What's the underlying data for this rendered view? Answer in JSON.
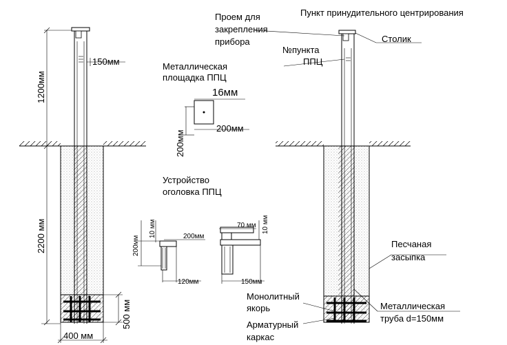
{
  "labels": {
    "pit_height_left": "1200мм",
    "pipe_width": "150мм",
    "ground_depth": "2200 мм",
    "base_height": "500 мм",
    "base_width": "400 мм",
    "plate_title_1": "Металлическая",
    "plate_title_2": "площадка ППЦ",
    "plate_thickness": "16мм",
    "plate_height": "200мм",
    "plate_width": "200мм",
    "head_title_1": "Устройство",
    "head_title_2": "оголовка ППЦ",
    "head_a_v200": "200мм",
    "head_a_v10": "10 мм",
    "head_a_h200": "200мм",
    "head_a_h120": "120мм",
    "head_b_h70": "70 мм",
    "head_b_v10": "10 мм",
    "head_b_h150": "150мм",
    "opening_1": "Проем для",
    "opening_2": "закрепления",
    "opening_3": "прибора",
    "forced_centering": "Пункт принудительного центрирования",
    "table": "Столик",
    "point_no_1": "№пункта",
    "point_no_2": "ППЦ",
    "sand_1": "Песчаная",
    "sand_2": "засыпка",
    "anchor_1": "Монолитный",
    "anchor_2": "якорь",
    "frame_1": "Арматурный",
    "frame_2": "каркас",
    "pipe_1": "Металлическая",
    "pipe_2": "труба d=150мм"
  }
}
